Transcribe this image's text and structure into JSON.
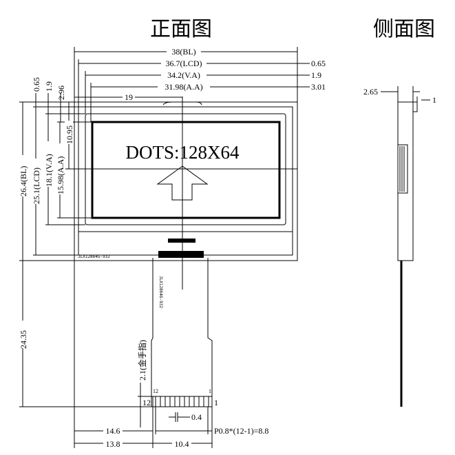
{
  "titles": {
    "front": "正面图",
    "side": "侧面图"
  },
  "display_text": "DOTS:128X64",
  "part_number": "JLX12864G-932",
  "dimensions": {
    "bl_width": "38(BL)",
    "lcd_width": "36.7(LCD)",
    "va_width": "34.2(V.A)",
    "aa_width": "31.98(A.A)",
    "center_offset": "19",
    "right_065": "0.65",
    "right_19": "1.9",
    "right_301": "3.01",
    "top_065": "0.65",
    "top_19": "1.9",
    "top_296": "2.96",
    "center_v": "10.95",
    "bl_height": "26.4(BL)",
    "lcd_height": "25.1(LCD)",
    "va_height": "18.1(V.A)",
    "aa_height": "15.98(A.A)",
    "fpc_length": "24.35",
    "gold_finger": "2.1(金手指)",
    "pin_width": "0.4",
    "fpc_left_146": "14.6",
    "fpc_left_138": "13.8",
    "fpc_width": "10.4",
    "pitch": "P0.8*(12-1)=8.8",
    "side_thickness": "2.65",
    "side_fpc": "1"
  },
  "pins": {
    "first": "1",
    "last": "12"
  }
}
